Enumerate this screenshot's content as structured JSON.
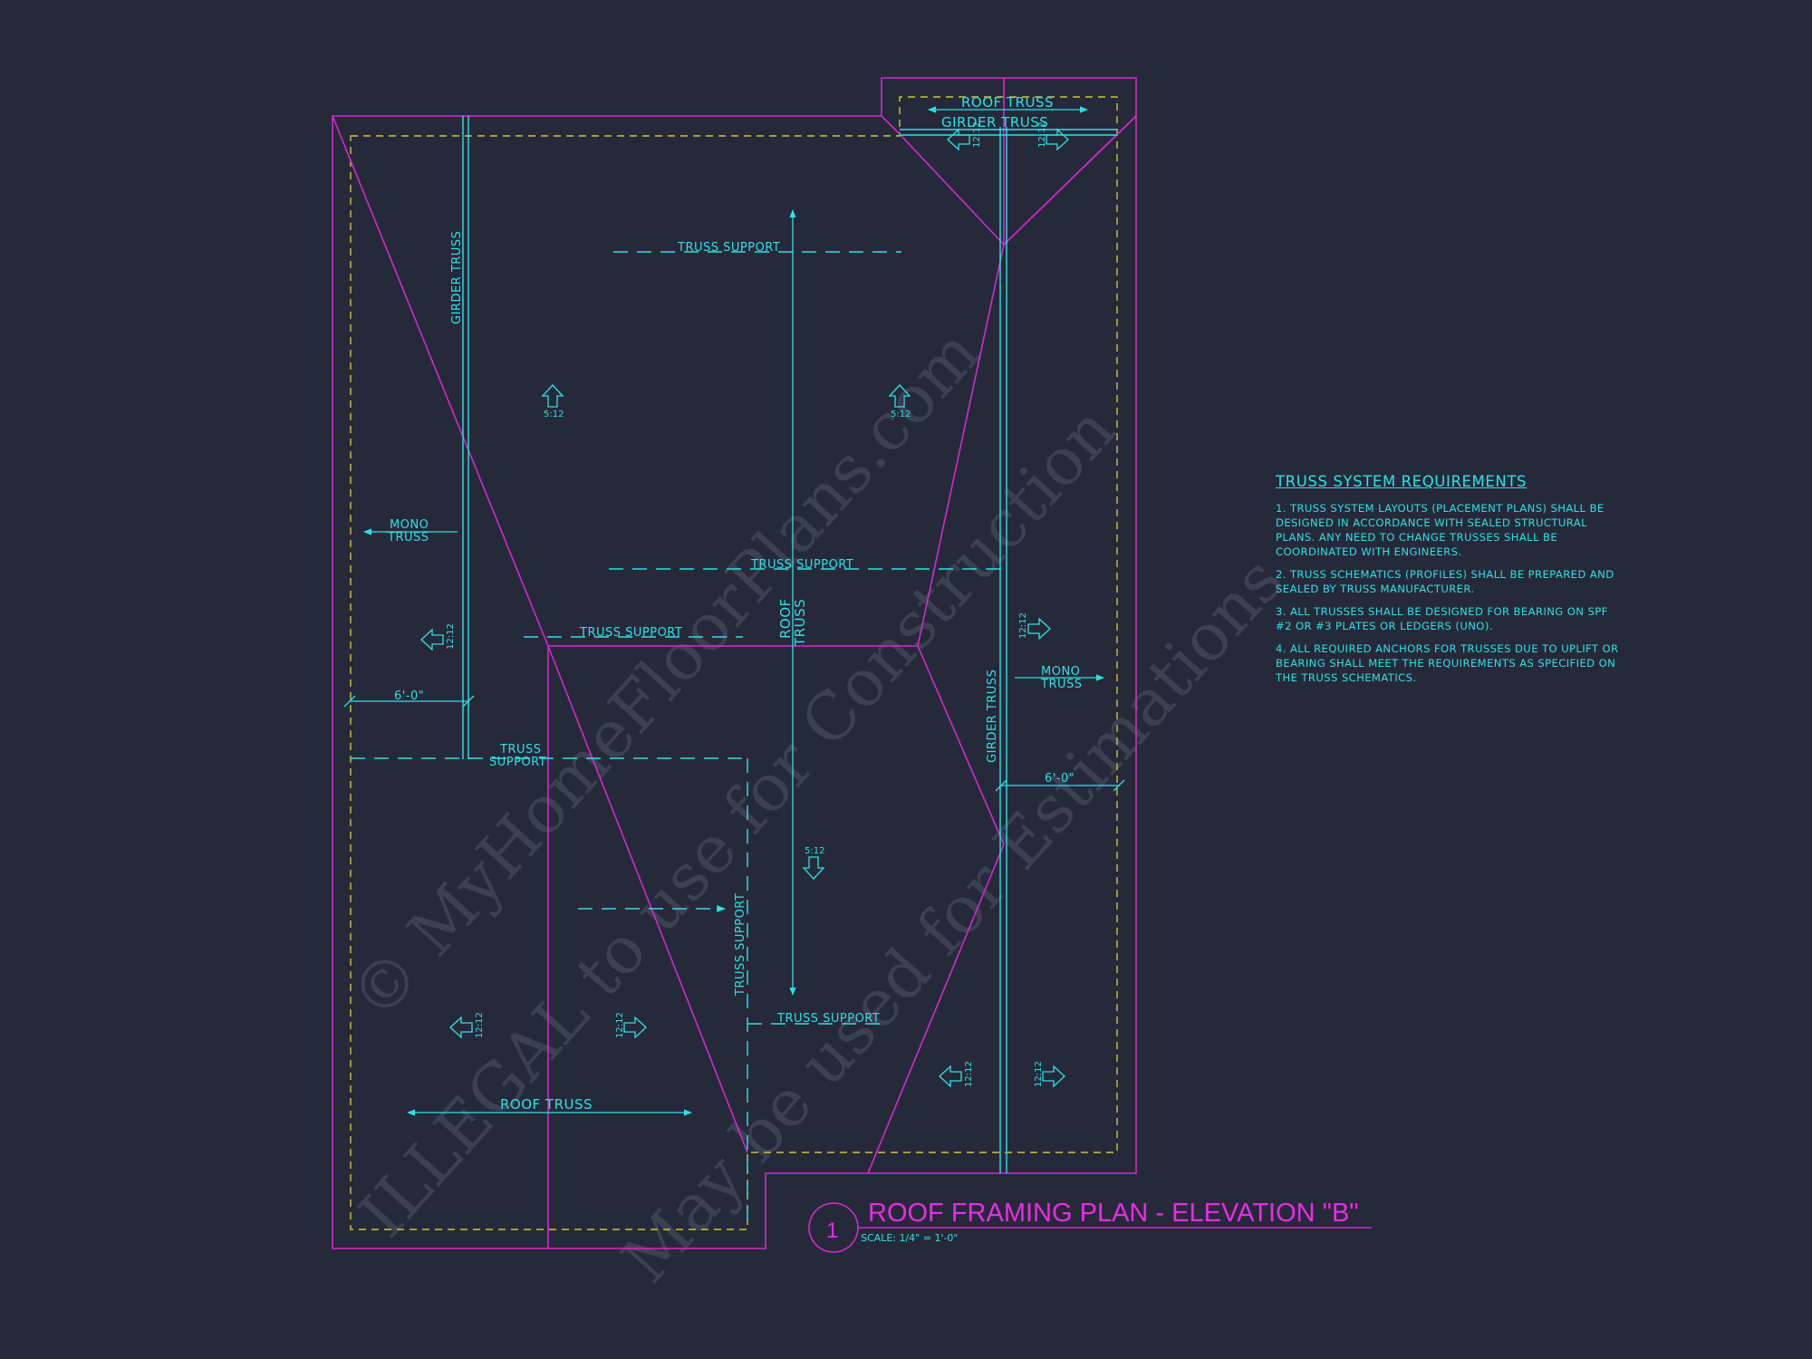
{
  "watermark": {
    "line1": "© MyHomeFloorPlans.com",
    "line2": "ILLEGAL to use for Construction",
    "line3": "May be used for Estimations"
  },
  "labels": {
    "roof_truss_top": "ROOF TRUSS",
    "girder_truss_top": "GIRDER TRUSS",
    "girder_truss_left": "GIRDER TRUSS",
    "girder_truss_right": "GIRDER TRUSS",
    "truss_support_upper": "TRUSS SUPPORT",
    "truss_support_middle": "TRUSS SUPPORT",
    "truss_support_left": "TRUSS SUPPORT",
    "truss_support_lower": "TRUSS SUPPORT",
    "truss_support_vertical": "TRUSS SUPPORT",
    "truss_support_stack": [
      "TRUSS",
      "SUPPORT"
    ],
    "mono_truss_left": [
      "MONO",
      "TRUSS"
    ],
    "mono_truss_right": [
      "MONO",
      "TRUSS"
    ],
    "roof_truss_center": [
      "ROOF",
      "TRUSS"
    ],
    "roof_truss_bottom": "ROOF TRUSS",
    "dim_left": "6'-0\"",
    "dim_right": "6'-0\"",
    "pitch_5_12": "5:12",
    "pitch_12_12": "12:12"
  },
  "drawing_title": {
    "number": "1",
    "title": "ROOF FRAMING PLAN - ELEVATION \"B\"",
    "scale": "SCALE: 1/4\" = 1'-0\""
  },
  "notes": {
    "title": "TRUSS SYSTEM REQUIREMENTS",
    "items": [
      "1. TRUSS SYSTEM LAYOUTS (PLACEMENT PLANS) SHALL BE DESIGNED IN ACCORDANCE WITH SEALED STRUCTURAL PLANS. ANY NEED TO CHANGE TRUSSES SHALL BE COORDINATED WITH ENGINEERS.",
      "2. TRUSS SCHEMATICS (PROFILES) SHALL BE PREPARED AND SEALED BY TRUSS MANUFACTURER.",
      "3. ALL TRUSSES SHALL BE DESIGNED FOR BEARING ON SPF #2 OR #3 PLATES OR LEDGERS (UNO).",
      "4. ALL REQUIRED ANCHORS FOR TRUSSES DUE TO UPLIFT OR BEARING SHALL MEET THE REQUIREMENTS AS SPECIFIED ON THE TRUSS SCHEMATICS."
    ]
  },
  "colors": {
    "background": "#262939",
    "roof_outline": "#d12ad0",
    "truss": "#2fe0e6",
    "wall_line": "#c8c83a",
    "title": "#ea2be8"
  }
}
